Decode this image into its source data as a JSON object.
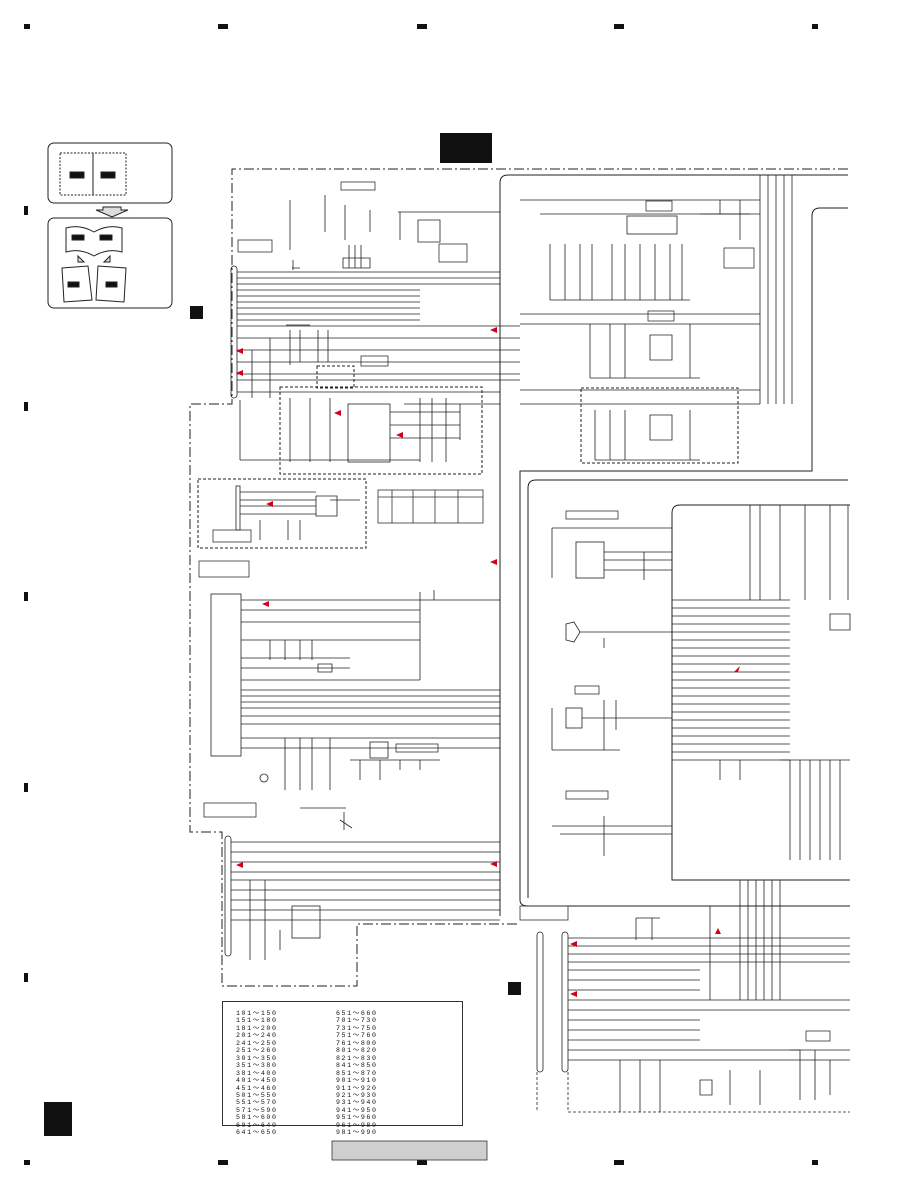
{
  "ref_ranges": {
    "left": [
      "101～150",
      "151～180",
      "181～200",
      "201～240",
      "241～250",
      "251～260",
      "301～350",
      "351～380",
      "381～400",
      "401～450",
      "451～460",
      "501～550",
      "551～570",
      "571～590",
      "581～600",
      "601～640",
      "641～650"
    ],
    "right": [
      "651～660",
      "701～730",
      "731～750",
      "751～760",
      "761～800",
      "801～820",
      "821～830",
      "841～850",
      "851～870",
      "901～910",
      "911～920",
      "921～930",
      "931～940",
      "941～950",
      "951～960",
      "961～980",
      "981～990"
    ]
  },
  "colors": {
    "ink": "#222222",
    "signal_arrow": "#d0021b",
    "block_fill": "#111111",
    "footer_fill": "#cfcfcf"
  }
}
